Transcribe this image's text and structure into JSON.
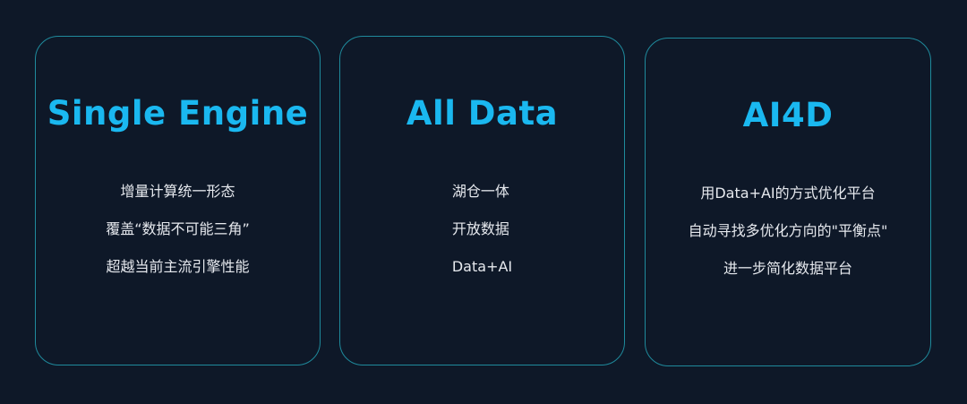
{
  "colors": {
    "background": "#0e1828",
    "card_border": "#1f8a9c",
    "title": "#1ab8f0",
    "text": "#e6e9ee"
  },
  "cards": [
    {
      "title": "Single Engine",
      "lines": [
        "增量计算统一形态",
        "覆盖“数据不可能三角”",
        "超越当前主流引擎性能"
      ]
    },
    {
      "title": "All Data",
      "lines": [
        "湖仓一体",
        "开放数据",
        "Data+AI"
      ]
    },
    {
      "title": "AI4D",
      "lines": [
        "用Data+AI的方式优化平台",
        "自动寻找多优化方向的\"平衡点\"",
        "进一步简化数据平台"
      ]
    }
  ]
}
